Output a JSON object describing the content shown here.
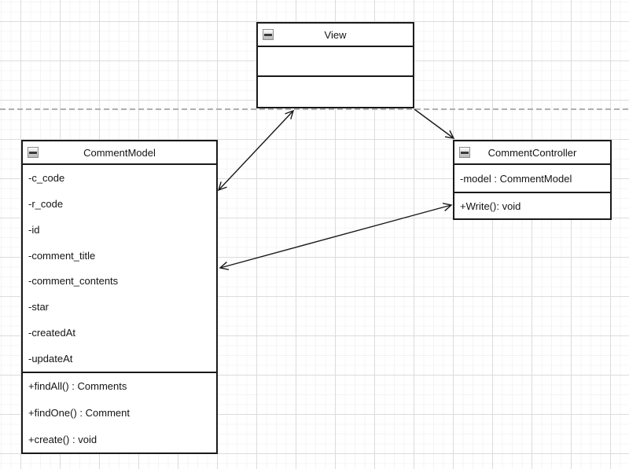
{
  "canvas": {
    "background": "#ffffff",
    "grid_minor_color": "#f4f4f4",
    "grid_major_color": "#dcdcdc",
    "page_divider_color": "#b0b0b0",
    "box_border_color": "#1a1a1a",
    "box_fill_color": "#ffffff",
    "text_color": "#141414"
  },
  "icons": {
    "collapse": "minus-square-icon"
  },
  "classes": [
    {
      "title": "View",
      "attributes": [],
      "methods": []
    },
    {
      "title": "CommentModel",
      "attributes": [
        "-c_code",
        "-r_code",
        "-id",
        "-comment_title",
        "-comment_contents",
        "-star",
        "-createdAt",
        "-updateAt"
      ],
      "methods": [
        "+findAll() : Comments",
        "+findOne() : Comment",
        "+create() : void"
      ]
    },
    {
      "title": "CommentController",
      "attributes": [
        "-model : CommentModel"
      ],
      "methods": [
        "+Write(): void"
      ]
    }
  ],
  "connections": [
    {
      "from": "View",
      "to": "CommentModel",
      "arrowheads": "both"
    },
    {
      "from": "View",
      "to": "CommentController",
      "arrowheads": "end"
    },
    {
      "from": "CommentController",
      "to": "CommentModel",
      "arrowheads": "both"
    }
  ]
}
